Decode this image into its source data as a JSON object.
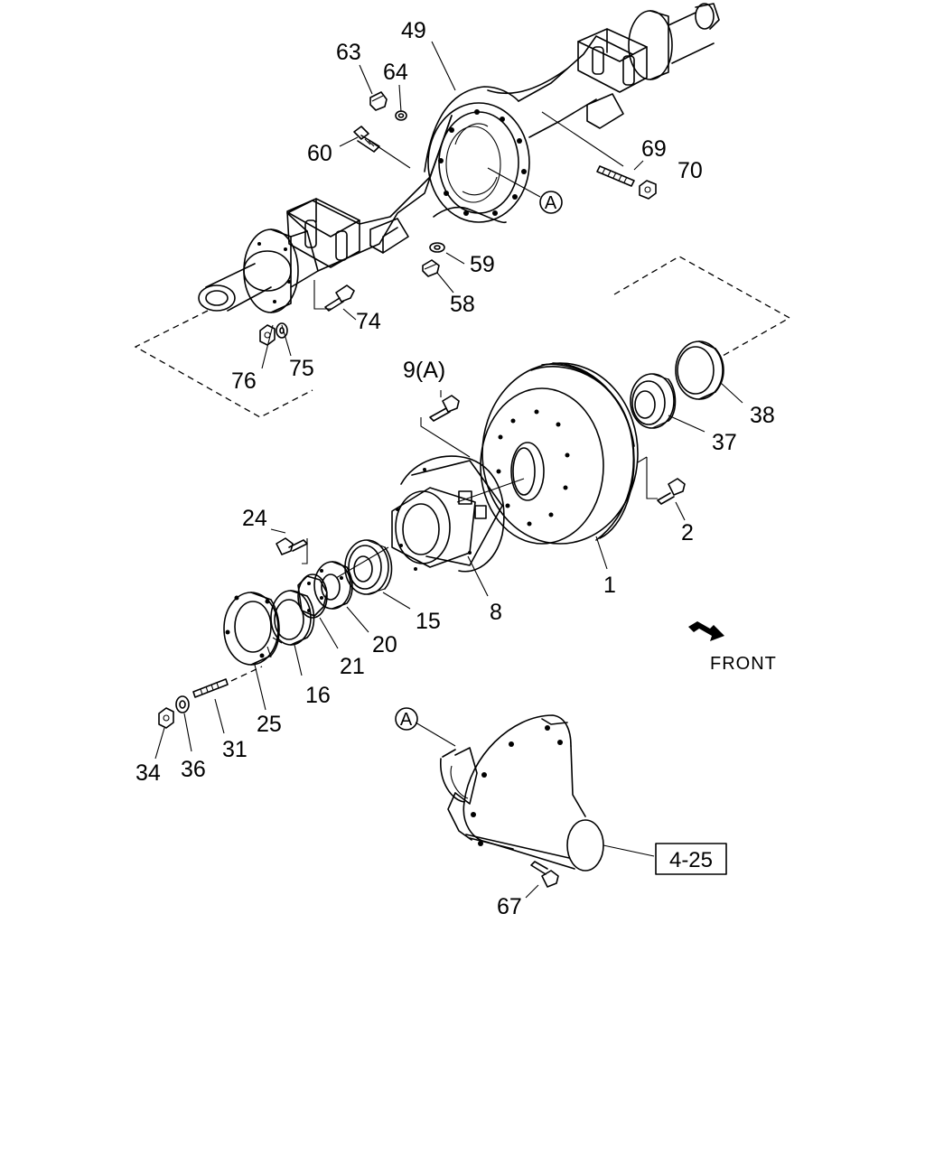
{
  "callouts": [
    {
      "id": "49",
      "text": "49"
    },
    {
      "id": "63",
      "text": "63"
    },
    {
      "id": "64",
      "text": "64"
    },
    {
      "id": "60",
      "text": "60"
    },
    {
      "id": "69",
      "text": "69"
    },
    {
      "id": "70",
      "text": "70"
    },
    {
      "id": "59",
      "text": "59"
    },
    {
      "id": "58",
      "text": "58"
    },
    {
      "id": "74",
      "text": "74"
    },
    {
      "id": "75",
      "text": "75"
    },
    {
      "id": "76",
      "text": "76"
    },
    {
      "id": "9A",
      "text": "9(A)"
    },
    {
      "id": "38",
      "text": "38"
    },
    {
      "id": "37",
      "text": "37"
    },
    {
      "id": "2",
      "text": "2"
    },
    {
      "id": "24",
      "text": "24"
    },
    {
      "id": "1",
      "text": "1"
    },
    {
      "id": "8",
      "text": "8"
    },
    {
      "id": "15",
      "text": "15"
    },
    {
      "id": "20",
      "text": "20"
    },
    {
      "id": "21",
      "text": "21"
    },
    {
      "id": "16",
      "text": "16"
    },
    {
      "id": "25",
      "text": "25"
    },
    {
      "id": "31",
      "text": "31"
    },
    {
      "id": "34",
      "text": "34"
    },
    {
      "id": "36",
      "text": "36"
    },
    {
      "id": "67",
      "text": "67"
    }
  ],
  "circle_markers": {
    "a_top": "A",
    "a_bottom": "A"
  },
  "reference_box": "4-25",
  "front_label": "FRONT",
  "colors": {
    "ink": "#000000",
    "paper": "#ffffff"
  }
}
